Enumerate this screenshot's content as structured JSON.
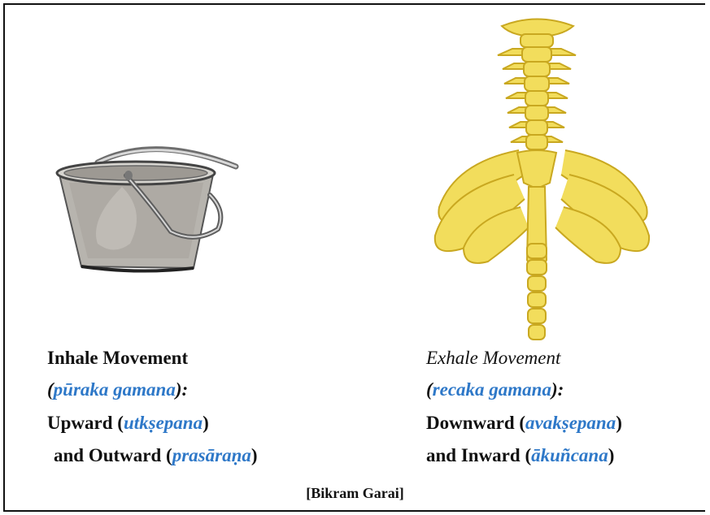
{
  "left": {
    "title": "Inhale Movement",
    "sanskrit": "pūraka gamana",
    "line3_prefix": "Upward",
    "line3_sanskrit": "utkṣepana",
    "line4_prefix": "and Outward",
    "line4_sanskrit": "prasāraṇa"
  },
  "right": {
    "title": "Exhale Movement",
    "sanskrit": "recaka gamana",
    "line3_prefix": "Downward",
    "line3_sanskrit": "avakṣepana",
    "line4_prefix": "and Inward",
    "line4_sanskrit": "ākuñcana"
  },
  "credit": "[Bikram Garai]",
  "icons": [
    "bucket-icon",
    "spine-ribcage-icon"
  ],
  "colors": {
    "sanskrit": "#2e78c8",
    "text": "#111111",
    "bone": "#f2dd5c",
    "bone_outline": "#c9a820",
    "bucket": "#b7b4ae"
  }
}
